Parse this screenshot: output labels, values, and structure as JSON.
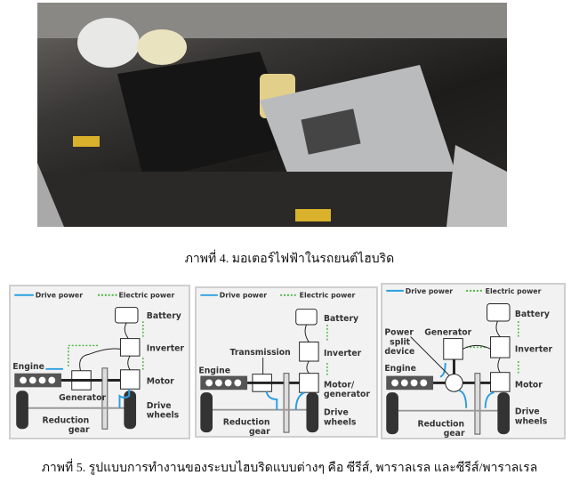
{
  "figure4": {
    "caption": "ภาพที่ 4. มอเตอร์ไฟฟ้าในรถยนต์ไฮบริด"
  },
  "figure5": {
    "caption": "ภาพที่ 5. รูปแบบการทำงานของระบบไฮบริดแบบต่างๆ คือ ซีรีส์, พาราลเรล และซีรีส์/พาราลเรล",
    "legend": {
      "drive": "Drive power",
      "electric": "Electric power"
    },
    "colors": {
      "drive": "#2a9fe0",
      "electric": "#49b43c"
    },
    "series": {
      "battery": "Battery",
      "inverter": "Inverter",
      "engine": "Engine",
      "generator": "Generator",
      "motor": "Motor",
      "reduction1": "Reduction",
      "reduction2": "gear",
      "wheels1": "Drive",
      "wheels2": "wheels"
    },
    "parallel": {
      "battery": "Battery",
      "transmission": "Transmission",
      "inverter": "Inverter",
      "engine": "Engine",
      "motor1": "Motor/",
      "motor2": "generator",
      "reduction1": "Reduction",
      "reduction2": "gear",
      "wheels1": "Drive",
      "wheels2": "wheels"
    },
    "split": {
      "battery": "Battery",
      "power1": "Power",
      "power2": "split",
      "power3": "device",
      "generator": "Generator",
      "inverter": "Inverter",
      "engine": "Engine",
      "motor": "Motor",
      "reduction1": "Reduction",
      "reduction2": "gear",
      "wheels1": "Drive",
      "wheels2": "wheels"
    }
  }
}
